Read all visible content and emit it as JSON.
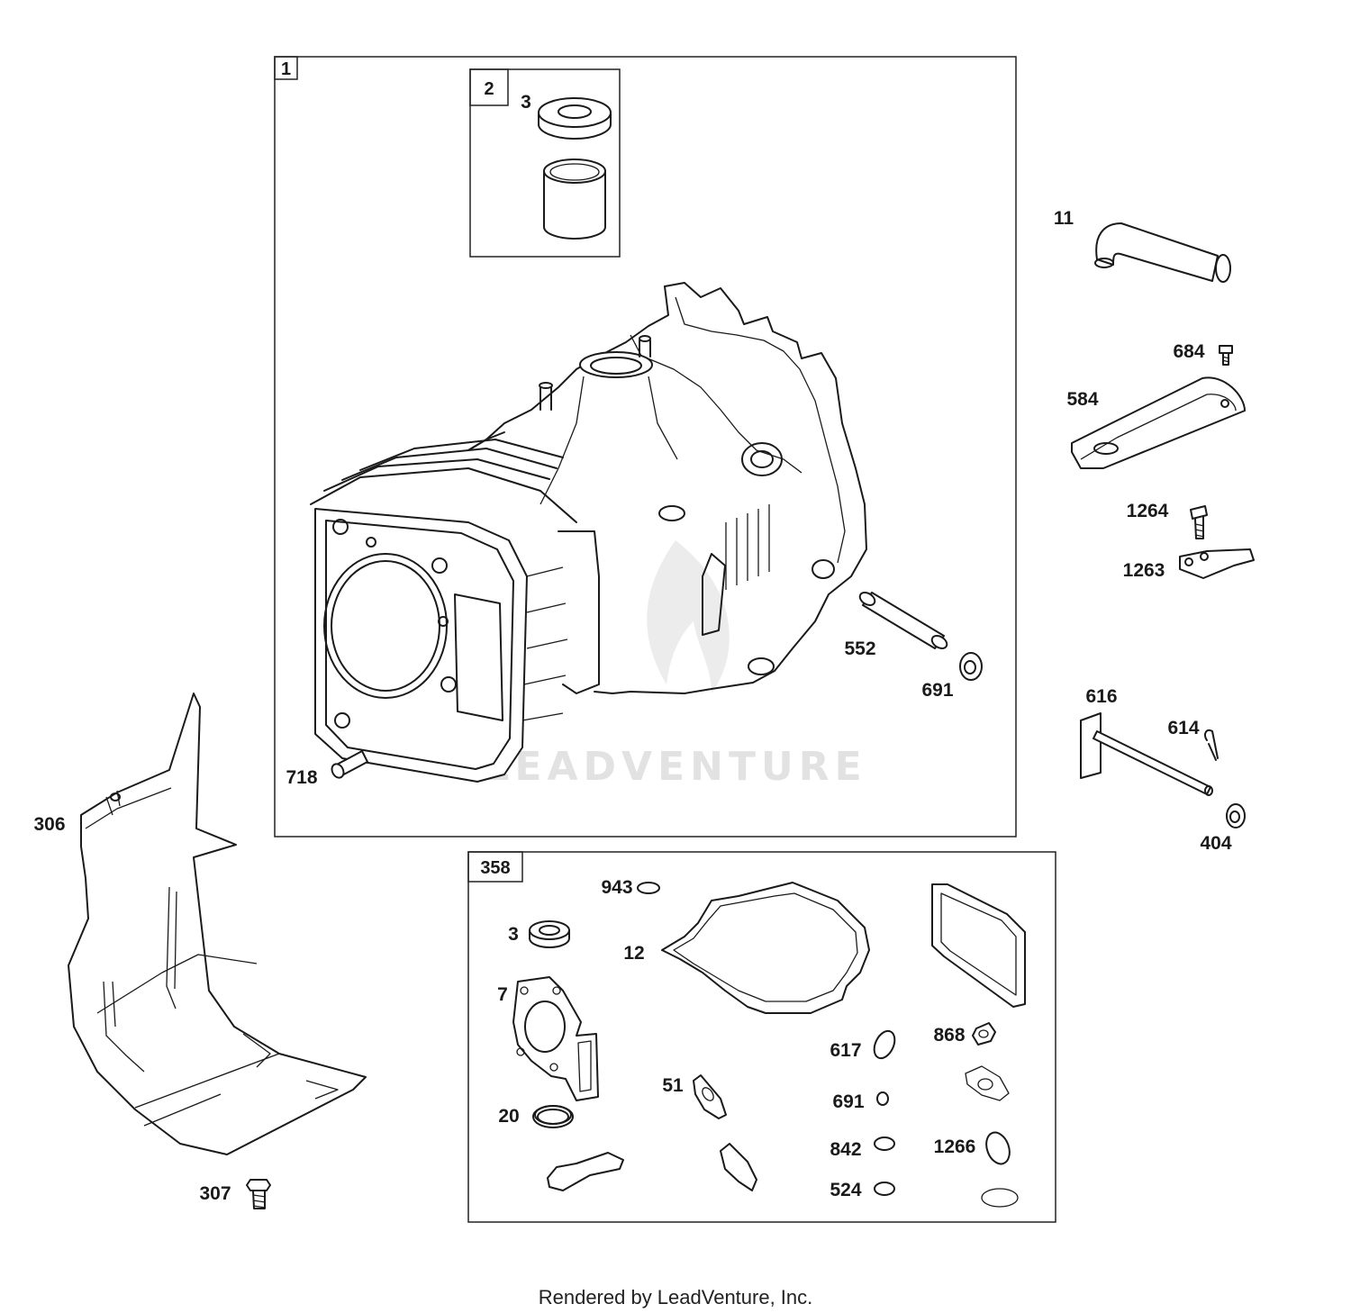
{
  "watermark": "LEADVENTURE",
  "footer": "Rendered by LeadVenture, Inc.",
  "boxes": [
    {
      "id": "box-1",
      "label": "1"
    },
    {
      "id": "box-2",
      "label": "2"
    },
    {
      "id": "box-358",
      "label": "358"
    }
  ],
  "callouts": [
    {
      "id": "3-bearing",
      "label": "3"
    },
    {
      "id": "11",
      "label": "11"
    },
    {
      "id": "684",
      "label": "684"
    },
    {
      "id": "584",
      "label": "584"
    },
    {
      "id": "1264",
      "label": "1264"
    },
    {
      "id": "1263",
      "label": "1263"
    },
    {
      "id": "552",
      "label": "552"
    },
    {
      "id": "691-top",
      "label": "691"
    },
    {
      "id": "616",
      "label": "616"
    },
    {
      "id": "614",
      "label": "614"
    },
    {
      "id": "404",
      "label": "404"
    },
    {
      "id": "718",
      "label": "718"
    },
    {
      "id": "306",
      "label": "306"
    },
    {
      "id": "307",
      "label": "307"
    },
    {
      "id": "943",
      "label": "943"
    },
    {
      "id": "3-seal",
      "label": "3"
    },
    {
      "id": "12",
      "label": "12"
    },
    {
      "id": "7",
      "label": "7"
    },
    {
      "id": "617",
      "label": "617"
    },
    {
      "id": "868",
      "label": "868"
    },
    {
      "id": "51",
      "label": "51"
    },
    {
      "id": "691-kit",
      "label": "691"
    },
    {
      "id": "20",
      "label": "20"
    },
    {
      "id": "842",
      "label": "842"
    },
    {
      "id": "1266",
      "label": "1266"
    },
    {
      "id": "524",
      "label": "524"
    }
  ]
}
